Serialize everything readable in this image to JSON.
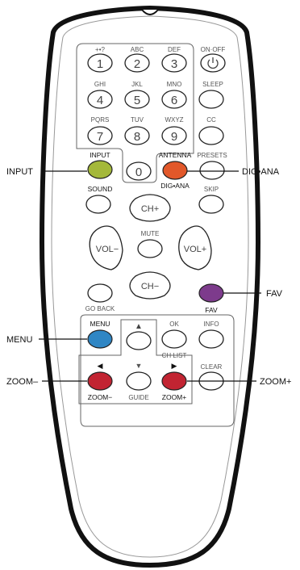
{
  "keypad": [
    {
      "letters": "+•?",
      "digit": "1"
    },
    {
      "letters": "ABC",
      "digit": "2"
    },
    {
      "letters": "DEF",
      "digit": "3"
    },
    {
      "letters": "GHI",
      "digit": "4"
    },
    {
      "letters": "JKL",
      "digit": "5"
    },
    {
      "letters": "MNO",
      "digit": "6"
    },
    {
      "letters": "PQRS",
      "digit": "7"
    },
    {
      "letters": "TUV",
      "digit": "8"
    },
    {
      "letters": "WXYZ",
      "digit": "9"
    },
    {
      "letters": "",
      "digit": "0"
    }
  ],
  "labels": {
    "on_off": "ON·OFF",
    "sleep": "SLEEP",
    "cc": "CC",
    "input": "INPUT",
    "antenna": "ANTENNA",
    "dig_ana": "DIG•ANA",
    "presets": "PRESETS",
    "sound": "SOUND",
    "skip": "SKIP",
    "ch_plus": "CH+",
    "ch_minus": "CH−",
    "mute": "MUTE",
    "vol_minus": "VOL−",
    "vol_plus": "VOL+",
    "go_back": "GO BACK",
    "fav": "FAV",
    "menu": "MENU",
    "ok": "OK",
    "ch_list": "CH LIST",
    "info": "INFO",
    "clear": "CLEAR",
    "zoom_minus": "ZOOM−",
    "zoom_plus": "ZOOM+",
    "guide": "GUIDE"
  },
  "callouts": {
    "input": "INPUT",
    "dig_ana": "DIG•ANA",
    "fav": "FAV",
    "menu": "MENU",
    "zoom_minus": "ZOOM–",
    "zoom_plus": "ZOOM+"
  },
  "colors": {
    "input": "#a4b83a",
    "antenna": "#e2582a",
    "fav": "#7d3b8c",
    "menu": "#2f86c4",
    "zoom": "#c22432"
  }
}
